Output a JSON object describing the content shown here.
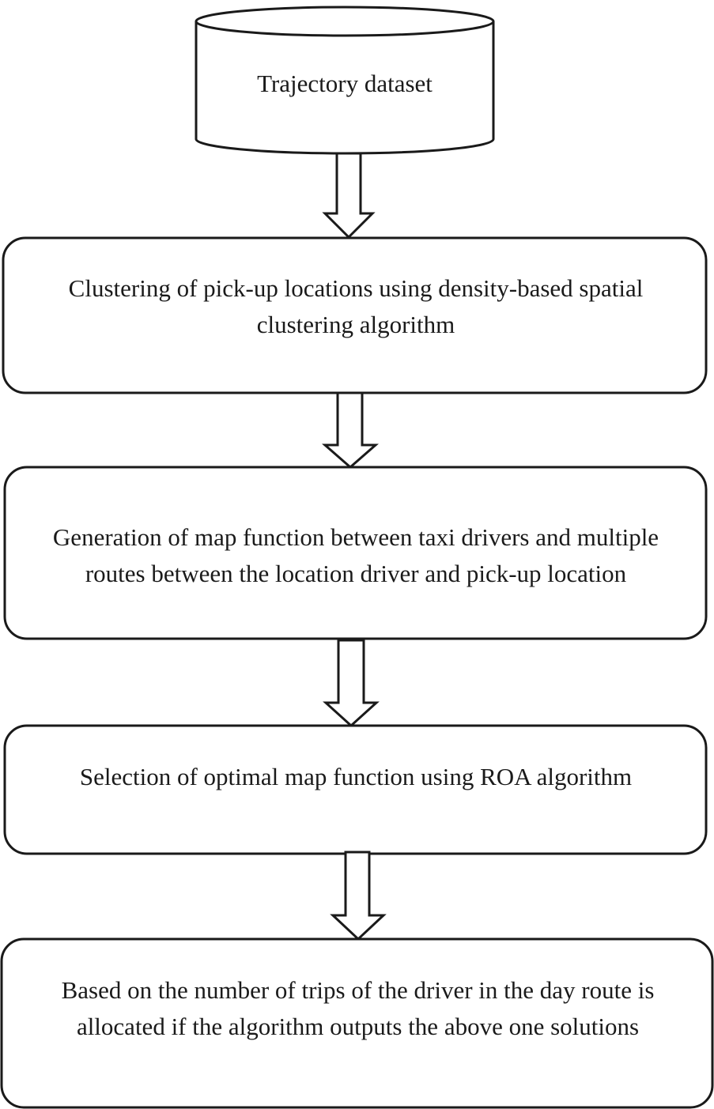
{
  "diagram": {
    "type": "flowchart",
    "nodes": [
      {
        "id": "trajectory-dataset",
        "shape": "cylinder",
        "label": "Trajectory dataset"
      },
      {
        "id": "clustering",
        "shape": "rounded-rect",
        "label": "Clustering of pick-up locations using density-based spatial clustering algorithm"
      },
      {
        "id": "map-generation",
        "shape": "rounded-rect",
        "label": "Generation of map function between taxi drivers and multiple routes between the location driver and pick-up location"
      },
      {
        "id": "selection",
        "shape": "rounded-rect",
        "label": "Selection of optimal map function using ROA algorithm"
      },
      {
        "id": "allocation",
        "shape": "rounded-rect",
        "label": "Based on the number of trips of the driver in the day route is allocated if the algorithm outputs the above one solutions"
      }
    ],
    "edges": [
      {
        "from": "trajectory-dataset",
        "to": "clustering",
        "style": "hollow-block-arrow"
      },
      {
        "from": "clustering",
        "to": "map-generation",
        "style": "hollow-block-arrow"
      },
      {
        "from": "map-generation",
        "to": "selection",
        "style": "hollow-block-arrow"
      },
      {
        "from": "selection",
        "to": "allocation",
        "style": "hollow-block-arrow"
      }
    ],
    "colors": {
      "stroke": "#1a1a1a",
      "fill": "#ffffff",
      "text": "#1a1a1a"
    }
  }
}
